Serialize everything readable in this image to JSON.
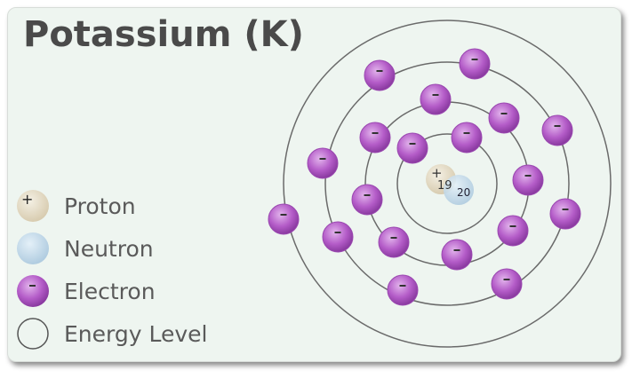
{
  "title": "Potassium (K)",
  "legend": [
    {
      "label": "Proton",
      "icon": "proton-icon"
    },
    {
      "label": "Neutron",
      "icon": "neutron-icon"
    },
    {
      "label": "Electron",
      "icon": "electron-icon"
    },
    {
      "label": "Energy Level",
      "icon": "energy-level-icon"
    }
  ],
  "nucleus": {
    "protons": "19",
    "neutrons": "20",
    "proton_symbol": "+"
  },
  "electron_symbol": "-",
  "shells": [
    2,
    8,
    8,
    1
  ],
  "colors": {
    "electron": "#b45cc8",
    "proton": "#e6dcc8",
    "neutron": "#c4dcec",
    "orbit": "#666666"
  }
}
